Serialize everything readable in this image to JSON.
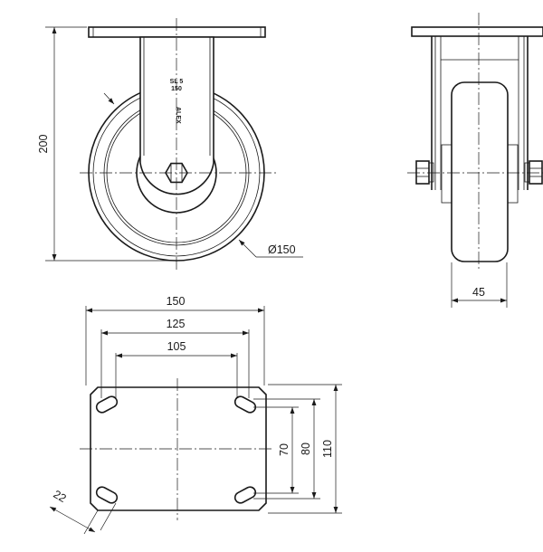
{
  "front_view": {
    "height_label": "200",
    "wheel_diameter_label": "Ø150",
    "logo_text": [
      "ALEX"
    ],
    "stamp_lines": [
      "SL 5",
      "150"
    ]
  },
  "side_view": {
    "wheel_width_label": "45"
  },
  "plate_view": {
    "width_150_label": "150",
    "width_125_label": "125",
    "width_105_label": "105",
    "height_70_label": "70",
    "height_80_label": "80",
    "height_110_label": "110",
    "corner_22_label": "22"
  },
  "colors": {
    "line": "#1a1a1a",
    "background": "#ffffff"
  }
}
